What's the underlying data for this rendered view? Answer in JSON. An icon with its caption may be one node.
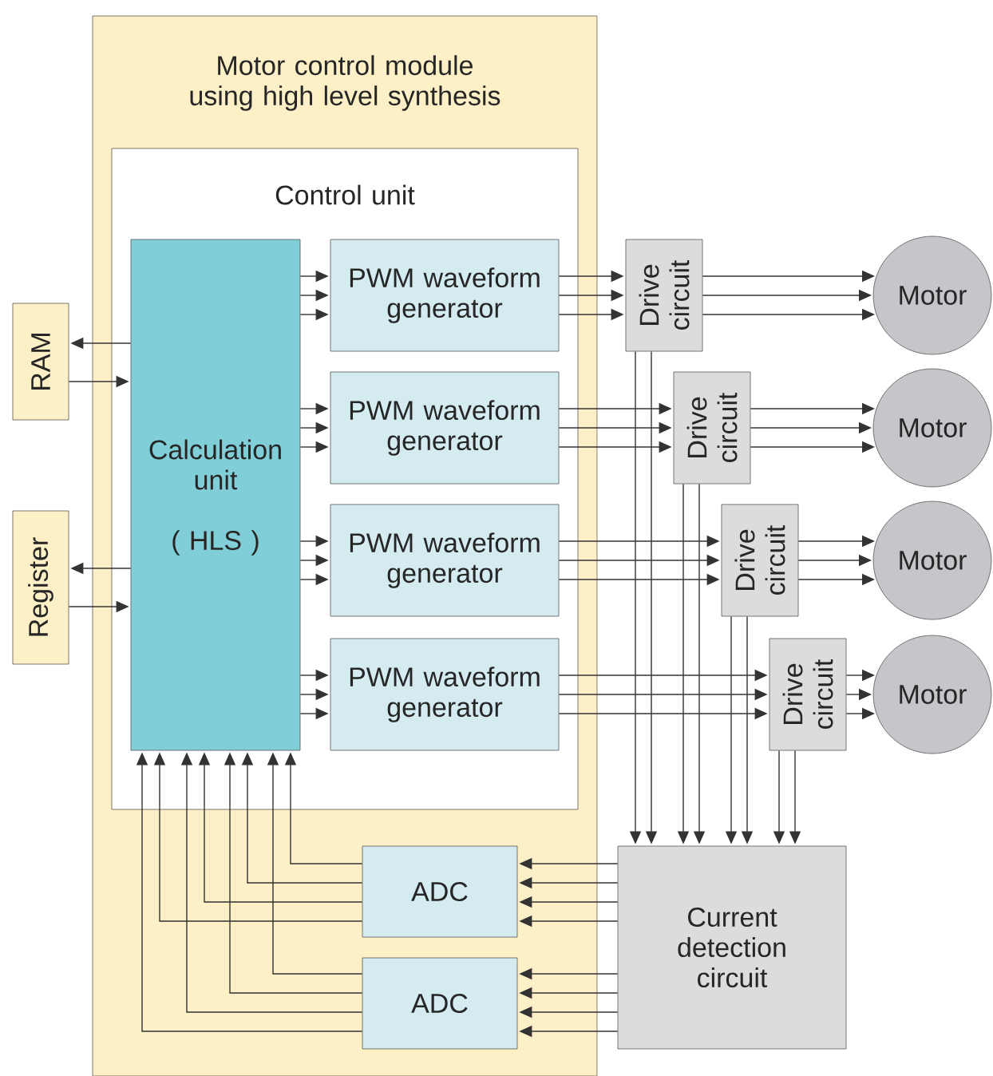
{
  "diagram": {
    "nodes": [
      {
        "text": [
          "Motor control module using high level synthesis"
        ]
      },
      {
        "text": [
          "Control unit"
        ],
        "in": 0
      },
      {
        "text": [
          "Calculation unit",
          "( HLS )"
        ],
        "in": 1
      },
      {
        "text": [
          "PWM waveform generator"
        ],
        "in": 1
      },
      {
        "text": [
          "PWM waveform generator"
        ],
        "in": 1
      },
      {
        "text": [
          "PWM waveform generator"
        ],
        "in": 1
      },
      {
        "text": [
          "PWM waveform generator"
        ],
        "in": 1
      },
      {
        "text": [
          "RAM"
        ]
      },
      {
        "text": [
          "Register"
        ]
      },
      {
        "text": [
          "Drive circuit"
        ]
      },
      {
        "text": [
          "Drive circuit"
        ]
      },
      {
        "text": [
          "Drive circuit"
        ]
      },
      {
        "text": [
          "Drive circuit"
        ]
      },
      {
        "text": [
          "Motor"
        ]
      },
      {
        "text": [
          "Motor"
        ]
      },
      {
        "text": [
          "Motor"
        ]
      },
      {
        "text": [
          "Motor"
        ]
      },
      {
        "text": [
          "ADC"
        ],
        "in": 0
      },
      {
        "text": [
          "ADC"
        ],
        "in": 0
      },
      {
        "text": [
          "Current detection circuit"
        ]
      }
    ],
    "edges": [
      {
        "from": 2,
        "to": 7,
        "arrow": "to"
      },
      {
        "from": 7,
        "to": 2,
        "arrow": "to"
      },
      {
        "from": 2,
        "to": 8,
        "arrow": "to"
      },
      {
        "from": 8,
        "to": 2,
        "arrow": "to"
      },
      {
        "from": 2,
        "to": 3,
        "arrow": "to"
      },
      {
        "from": 2,
        "to": 3,
        "arrow": "to"
      },
      {
        "from": 2,
        "to": 3,
        "arrow": "to"
      },
      {
        "from": 2,
        "to": 4,
        "arrow": "to"
      },
      {
        "from": 2,
        "to": 4,
        "arrow": "to"
      },
      {
        "from": 2,
        "to": 4,
        "arrow": "to"
      },
      {
        "from": 2,
        "to": 5,
        "arrow": "to"
      },
      {
        "from": 2,
        "to": 5,
        "arrow": "to"
      },
      {
        "from": 2,
        "to": 5,
        "arrow": "to"
      },
      {
        "from": 2,
        "to": 6,
        "arrow": "to"
      },
      {
        "from": 2,
        "to": 6,
        "arrow": "to"
      },
      {
        "from": 2,
        "to": 6,
        "arrow": "to"
      },
      {
        "from": 3,
        "to": 9,
        "arrow": "to"
      },
      {
        "from": 3,
        "to": 9,
        "arrow": "to"
      },
      {
        "from": 3,
        "to": 9,
        "arrow": "to"
      },
      {
        "from": 4,
        "to": 10,
        "arrow": "to"
      },
      {
        "from": 4,
        "to": 10,
        "arrow": "to"
      },
      {
        "from": 4,
        "to": 10,
        "arrow": "to"
      },
      {
        "from": 5,
        "to": 11,
        "arrow": "to"
      },
      {
        "from": 5,
        "to": 11,
        "arrow": "to"
      },
      {
        "from": 5,
        "to": 11,
        "arrow": "to"
      },
      {
        "from": 6,
        "to": 12,
        "arrow": "to"
      },
      {
        "from": 6,
        "to": 12,
        "arrow": "to"
      },
      {
        "from": 6,
        "to": 12,
        "arrow": "to"
      },
      {
        "from": 9,
        "to": 13,
        "arrow": "to"
      },
      {
        "from": 9,
        "to": 13,
        "arrow": "to"
      },
      {
        "from": 9,
        "to": 13,
        "arrow": "to"
      },
      {
        "from": 10,
        "to": 14,
        "arrow": "to"
      },
      {
        "from": 10,
        "to": 14,
        "arrow": "to"
      },
      {
        "from": 10,
        "to": 14,
        "arrow": "to"
      },
      {
        "from": 11,
        "to": 15,
        "arrow": "to"
      },
      {
        "from": 11,
        "to": 15,
        "arrow": "to"
      },
      {
        "from": 11,
        "to": 15,
        "arrow": "to"
      },
      {
        "from": 12,
        "to": 16,
        "arrow": "to"
      },
      {
        "from": 12,
        "to": 16,
        "arrow": "to"
      },
      {
        "from": 12,
        "to": 16,
        "arrow": "to"
      },
      {
        "from": 9,
        "to": 19,
        "arrow": "to"
      },
      {
        "from": 9,
        "to": 19,
        "arrow": "to"
      },
      {
        "from": 10,
        "to": 19,
        "arrow": "to"
      },
      {
        "from": 10,
        "to": 19,
        "arrow": "to"
      },
      {
        "from": 11,
        "to": 19,
        "arrow": "to"
      },
      {
        "from": 11,
        "to": 19,
        "arrow": "to"
      },
      {
        "from": 12,
        "to": 19,
        "arrow": "to"
      },
      {
        "from": 12,
        "to": 19,
        "arrow": "to"
      },
      {
        "from": 19,
        "to": 17,
        "arrow": "to"
      },
      {
        "from": 19,
        "to": 17,
        "arrow": "to"
      },
      {
        "from": 19,
        "to": 17,
        "arrow": "to"
      },
      {
        "from": 19,
        "to": 17,
        "arrow": "to"
      },
      {
        "from": 19,
        "to": 18,
        "arrow": "to"
      },
      {
        "from": 19,
        "to": 18,
        "arrow": "to"
      },
      {
        "from": 19,
        "to": 18,
        "arrow": "to"
      },
      {
        "from": 19,
        "to": 18,
        "arrow": "to"
      },
      {
        "from": 17,
        "to": 2,
        "arrow": "to"
      },
      {
        "from": 17,
        "to": 2,
        "arrow": "to"
      },
      {
        "from": 17,
        "to": 2,
        "arrow": "to"
      },
      {
        "from": 17,
        "to": 2,
        "arrow": "to"
      },
      {
        "from": 18,
        "to": 2,
        "arrow": "to"
      },
      {
        "from": 18,
        "to": 2,
        "arrow": "to"
      },
      {
        "from": 18,
        "to": 2,
        "arrow": "to"
      },
      {
        "from": 18,
        "to": 2,
        "arrow": "to"
      }
    ]
  }
}
